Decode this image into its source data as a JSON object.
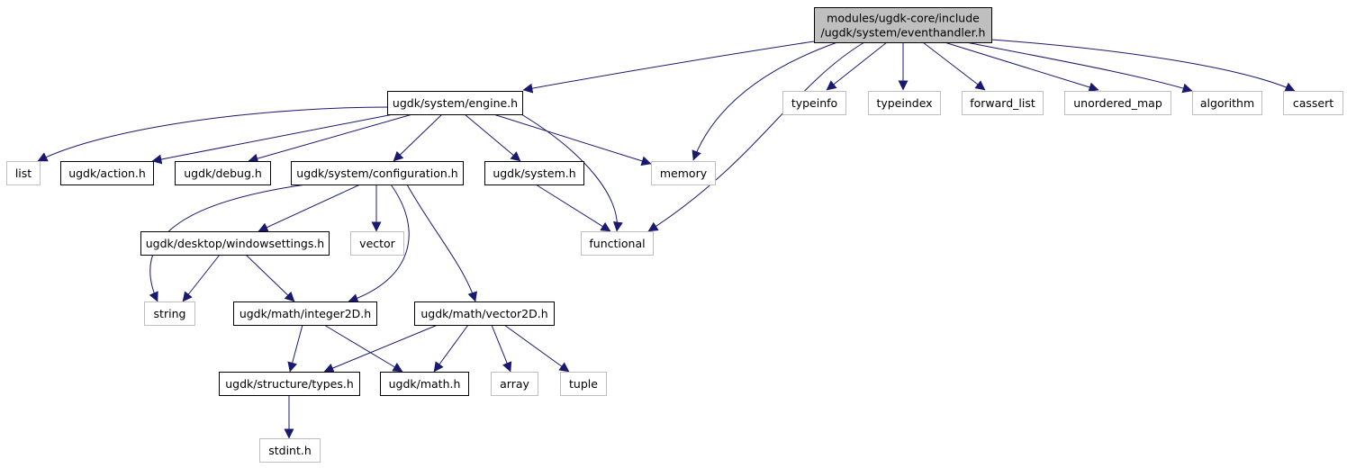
{
  "graph": {
    "nodes": {
      "root": {
        "lines": [
          "modules/ugdk-core/include",
          "/ugdk/system/eventhandler.h"
        ],
        "kind": "root",
        "interactable": false
      },
      "engine": {
        "lines": [
          "ugdk/system/engine.h"
        ],
        "kind": "internal",
        "interactable": true
      },
      "typeinfo": {
        "lines": [
          "typeinfo"
        ],
        "kind": "external",
        "interactable": false
      },
      "typeindex": {
        "lines": [
          "typeindex"
        ],
        "kind": "external",
        "interactable": false
      },
      "fwdlist": {
        "lines": [
          "forward_list"
        ],
        "kind": "external",
        "interactable": false
      },
      "umap": {
        "lines": [
          "unordered_map"
        ],
        "kind": "external",
        "interactable": false
      },
      "algorithm": {
        "lines": [
          "algorithm"
        ],
        "kind": "external",
        "interactable": false
      },
      "cassert": {
        "lines": [
          "cassert"
        ],
        "kind": "external",
        "interactable": false
      },
      "list": {
        "lines": [
          "list"
        ],
        "kind": "external",
        "interactable": false
      },
      "action": {
        "lines": [
          "ugdk/action.h"
        ],
        "kind": "internal",
        "interactable": true
      },
      "debug": {
        "lines": [
          "ugdk/debug.h"
        ],
        "kind": "internal",
        "interactable": true
      },
      "config": {
        "lines": [
          "ugdk/system/configuration.h"
        ],
        "kind": "internal",
        "interactable": true
      },
      "system": {
        "lines": [
          "ugdk/system.h"
        ],
        "kind": "internal",
        "interactable": true
      },
      "memory": {
        "lines": [
          "memory"
        ],
        "kind": "external",
        "interactable": false
      },
      "winset": {
        "lines": [
          "ugdk/desktop/windowsettings.h"
        ],
        "kind": "internal",
        "interactable": true
      },
      "vector": {
        "lines": [
          "vector"
        ],
        "kind": "external",
        "interactable": false
      },
      "functional": {
        "lines": [
          "functional"
        ],
        "kind": "external",
        "interactable": false
      },
      "string": {
        "lines": [
          "string"
        ],
        "kind": "external",
        "interactable": false
      },
      "int2d": {
        "lines": [
          "ugdk/math/integer2D.h"
        ],
        "kind": "internal",
        "interactable": true
      },
      "vec2d": {
        "lines": [
          "ugdk/math/vector2D.h"
        ],
        "kind": "internal",
        "interactable": true
      },
      "types": {
        "lines": [
          "ugdk/structure/types.h"
        ],
        "kind": "internal",
        "interactable": true
      },
      "mathh": {
        "lines": [
          "ugdk/math.h"
        ],
        "kind": "internal",
        "interactable": true
      },
      "array": {
        "lines": [
          "array"
        ],
        "kind": "external",
        "interactable": false
      },
      "tuple": {
        "lines": [
          "tuple"
        ],
        "kind": "external",
        "interactable": false
      },
      "stdint": {
        "lines": [
          "stdint.h"
        ],
        "kind": "external",
        "interactable": false
      }
    },
    "edges": [
      [
        "root",
        "engine"
      ],
      [
        "root",
        "memory"
      ],
      [
        "root",
        "functional"
      ],
      [
        "root",
        "typeinfo"
      ],
      [
        "root",
        "typeindex"
      ],
      [
        "root",
        "fwdlist"
      ],
      [
        "root",
        "umap"
      ],
      [
        "root",
        "algorithm"
      ],
      [
        "root",
        "cassert"
      ],
      [
        "engine",
        "list"
      ],
      [
        "engine",
        "action"
      ],
      [
        "engine",
        "debug"
      ],
      [
        "engine",
        "config"
      ],
      [
        "engine",
        "system"
      ],
      [
        "engine",
        "memory"
      ],
      [
        "engine",
        "functional"
      ],
      [
        "config",
        "string"
      ],
      [
        "config",
        "winset"
      ],
      [
        "config",
        "vector"
      ],
      [
        "config",
        "int2d"
      ],
      [
        "config",
        "vec2d"
      ],
      [
        "system",
        "functional"
      ],
      [
        "winset",
        "string"
      ],
      [
        "winset",
        "int2d"
      ],
      [
        "int2d",
        "types"
      ],
      [
        "int2d",
        "mathh"
      ],
      [
        "vec2d",
        "types"
      ],
      [
        "vec2d",
        "mathh"
      ],
      [
        "vec2d",
        "array"
      ],
      [
        "vec2d",
        "tuple"
      ],
      [
        "types",
        "stdint"
      ]
    ],
    "colors": {
      "edge": "#191970",
      "root_fill": "#bfbfbf",
      "internal_border": "#000000",
      "external_border": "#bfbfbf"
    }
  }
}
